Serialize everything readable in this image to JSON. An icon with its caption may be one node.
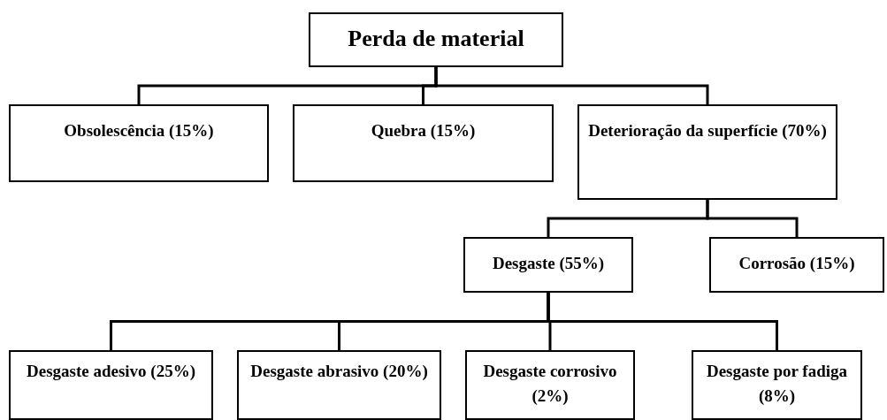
{
  "diagram": {
    "nodes": [
      {
        "text": [
          "Perda de material"
        ]
      },
      {
        "text": [
          "Obsolescência (15%)"
        ]
      },
      {
        "text": [
          "Quebra (15%)"
        ]
      },
      {
        "text": [
          "Deterioração da superfície (70%)"
        ]
      },
      {
        "text": [
          "Desgaste (55%)"
        ]
      },
      {
        "text": [
          "Corrosão (15%)"
        ]
      },
      {
        "text": [
          "Desgaste adesivo (25%)"
        ]
      },
      {
        "text": [
          "Desgaste abrasivo (20%)"
        ]
      },
      {
        "text": [
          "Desgaste corrosivo (2%)"
        ]
      },
      {
        "text": [
          "Desgaste por fadiga (8%)"
        ]
      }
    ],
    "edges": [
      {
        "from": 0,
        "to": 1,
        "arrow": "none"
      },
      {
        "from": 0,
        "to": 2,
        "arrow": "none"
      },
      {
        "from": 0,
        "to": 3,
        "arrow": "none"
      },
      {
        "from": 3,
        "to": 4,
        "arrow": "none"
      },
      {
        "from": 3,
        "to": 5,
        "arrow": "none"
      },
      {
        "from": 4,
        "to": 6,
        "arrow": "none"
      },
      {
        "from": 4,
        "to": 7,
        "arrow": "none"
      },
      {
        "from": 4,
        "to": 8,
        "arrow": "none"
      },
      {
        "from": 4,
        "to": 9,
        "arrow": "none"
      }
    ]
  }
}
